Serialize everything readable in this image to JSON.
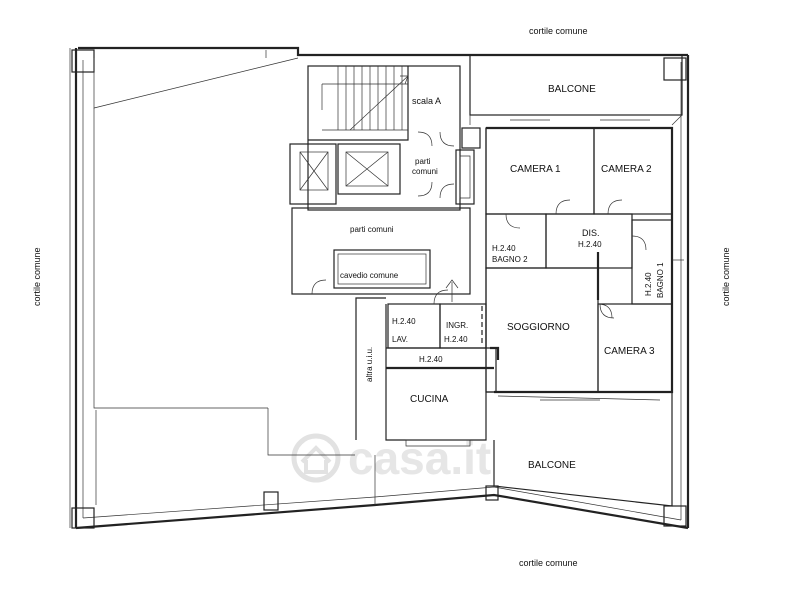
{
  "surroundings": {
    "top": "cortile comune",
    "bottom": "cortile comune",
    "left": "cortile comune",
    "right": "cortile comune",
    "other_unit": "altra u.i.u."
  },
  "common_areas": {
    "stair": "scala A",
    "shared_1": "parti",
    "shared_2": "comuni",
    "shared_hall": "parti comuni",
    "light_well": "cavedio comune"
  },
  "rooms": {
    "balcone_top": "BALCONE",
    "camera1": "CAMERA 1",
    "camera2": "CAMERA 2",
    "dis": "DIS.",
    "dis_h": "H.2.40",
    "bagno2_h": "H.2.40",
    "bagno2": "BAGNO 2",
    "bagno1_h": "H.2.40",
    "bagno1": "BAGNO 1",
    "lav_h": "H.2.40",
    "lav": "LAV.",
    "ingr": "INGR.",
    "ingr_h": "H.2.40",
    "soggiorno": "SOGGIORNO",
    "cucina_h": "H.2.40",
    "cucina": "CUCINA",
    "camera3": "CAMERA 3",
    "balcone_bottom": "BALCONE"
  },
  "watermark": "casa.it"
}
